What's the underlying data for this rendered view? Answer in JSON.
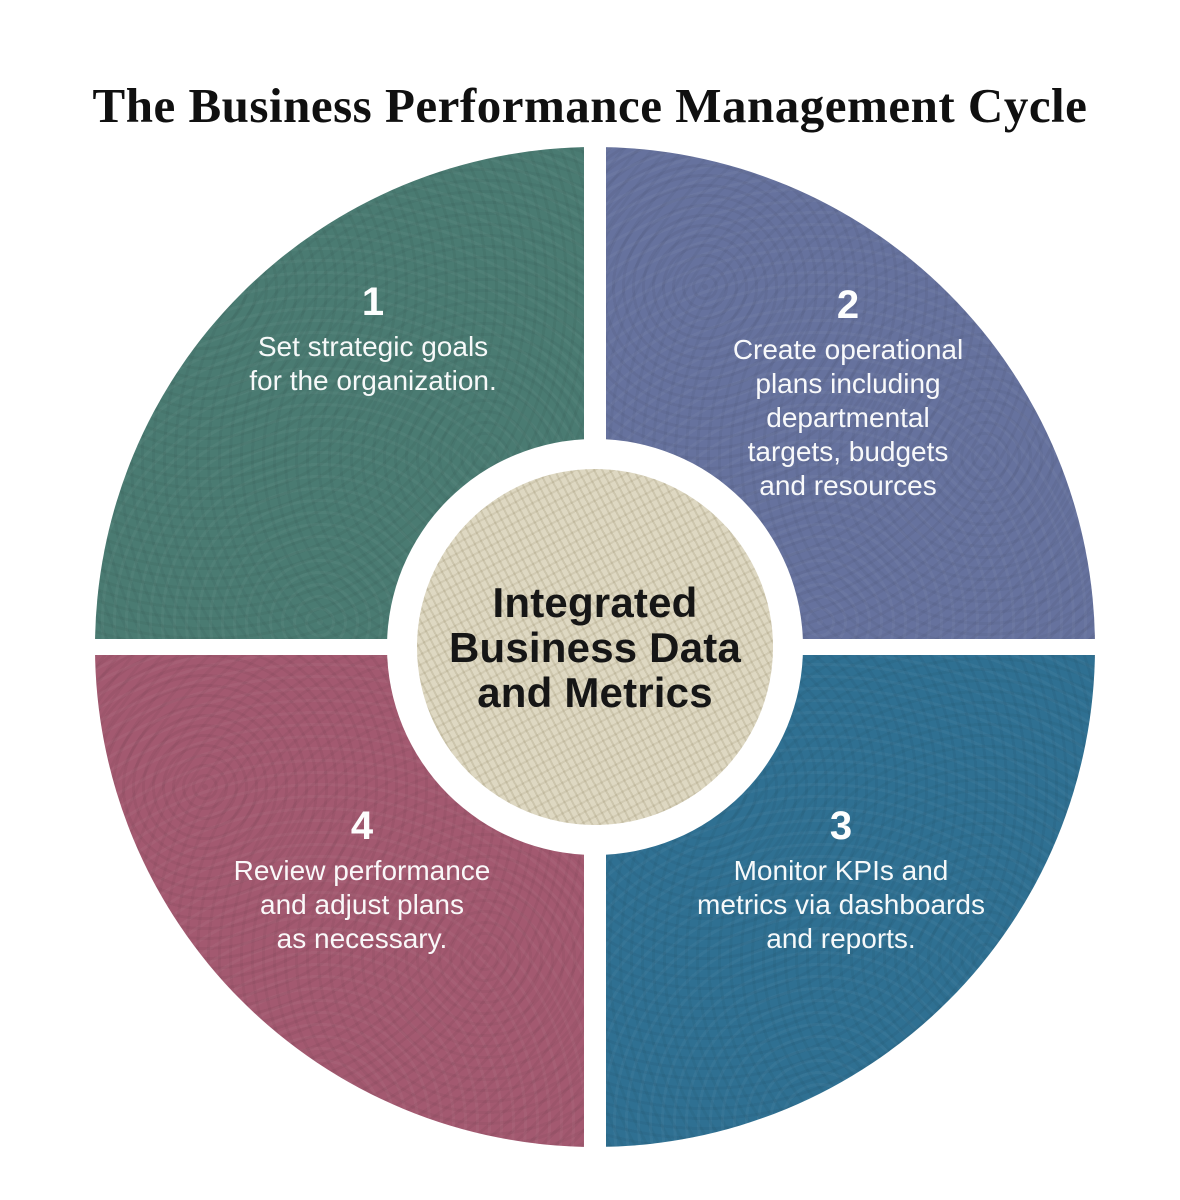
{
  "title": "The Business Performance Management Cycle",
  "center": {
    "label": "Integrated\nBusiness Data\nand Metrics",
    "bg_color": "#ded8c2",
    "ring_color": "#ffffff",
    "text_color": "#161616"
  },
  "quadrants": [
    {
      "position": "top-left",
      "number": "1",
      "text": "Set strategic goals\nfor the organization.",
      "color": "#4a7b72"
    },
    {
      "position": "top-right",
      "number": "2",
      "text": "Create operational\nplans including\ndepartmental\ntargets, budgets\nand resources",
      "color": "#66729e"
    },
    {
      "position": "bottom-right",
      "number": "3",
      "text": "Monitor KPIs and\nmetrics via dashboards\nand reports.",
      "color": "#2f7092"
    },
    {
      "position": "bottom-left",
      "number": "4",
      "text": "Review performance\nand adjust plans\nas necessary.",
      "color": "#a35970"
    }
  ]
}
